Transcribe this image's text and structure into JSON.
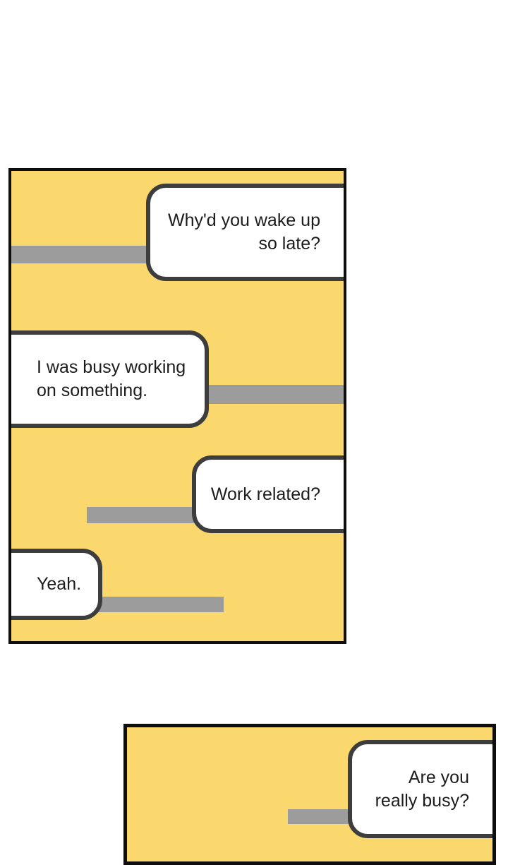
{
  "colors": {
    "yellow": "#fbd86d",
    "bar": "#9c9c9c",
    "bubbleBg": "#ffffff",
    "bubbleBorder": "#3d3d3d",
    "panelBorder": "#0e0e0e",
    "text": "#1c1c1c"
  },
  "panel1": {
    "messages": [
      {
        "side": "right",
        "lines": [
          "Why'd you wake up",
          "so late?"
        ]
      },
      {
        "side": "left",
        "lines": [
          "I was busy working",
          "on something."
        ]
      },
      {
        "side": "right",
        "lines": [
          "Work related?"
        ]
      },
      {
        "side": "left",
        "lines": [
          "Yeah."
        ]
      }
    ]
  },
  "panel2": {
    "messages": [
      {
        "side": "right",
        "lines": [
          "Are you",
          "really busy?"
        ]
      }
    ]
  }
}
